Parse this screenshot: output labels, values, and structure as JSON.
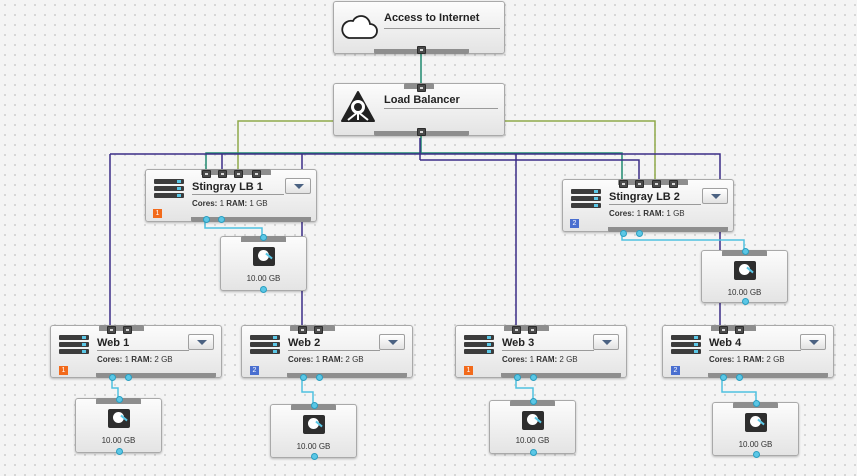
{
  "internet": {
    "title": "Access to Internet",
    "icon": "cloud-icon"
  },
  "load_balancer": {
    "title": "Load Balancer",
    "icon": "load-balancer-icon"
  },
  "stingray1": {
    "title": "Stingray LB 1",
    "cores_label": "Cores:",
    "cores": "1",
    "ram_label": "RAM:",
    "ram": "1 GB",
    "badge": "1",
    "badge_color": "#f26a1b"
  },
  "stingray2": {
    "title": "Stingray LB 2",
    "cores_label": "Cores:",
    "cores": "1",
    "ram_label": "RAM:",
    "ram": "1 GB",
    "badge": "2",
    "badge_color": "#4a6fd0"
  },
  "web1": {
    "title": "Web 1",
    "cores_label": "Cores:",
    "cores": "1",
    "ram_label": "RAM:",
    "ram": "2 GB",
    "badge": "1",
    "badge_color": "#f26a1b"
  },
  "web2": {
    "title": "Web 2",
    "cores_label": "Cores:",
    "cores": "1",
    "ram_label": "RAM:",
    "ram": "2 GB",
    "badge": "2",
    "badge_color": "#4a6fd0"
  },
  "web3": {
    "title": "Web 3",
    "cores_label": "Cores:",
    "cores": "1",
    "ram_label": "RAM:",
    "ram": "2 GB",
    "badge": "1",
    "badge_color": "#f26a1b"
  },
  "web4": {
    "title": "Web 4",
    "cores_label": "Cores:",
    "cores": "1",
    "ram_label": "RAM:",
    "ram": "2 GB",
    "badge": "2",
    "badge_color": "#4a6fd0"
  },
  "disks": {
    "lb1": "10.00 GB",
    "lb2": "10.00 GB",
    "web1": "10.00 GB",
    "web2": "10.00 GB",
    "web3": "10.00 GB",
    "web4": "10.00 GB"
  },
  "colors": {
    "wire_green": "#1e8a6e",
    "wire_olive": "#8fa94a",
    "wire_purple": "#3b2d86",
    "wire_cyan": "#4fc1e0"
  }
}
